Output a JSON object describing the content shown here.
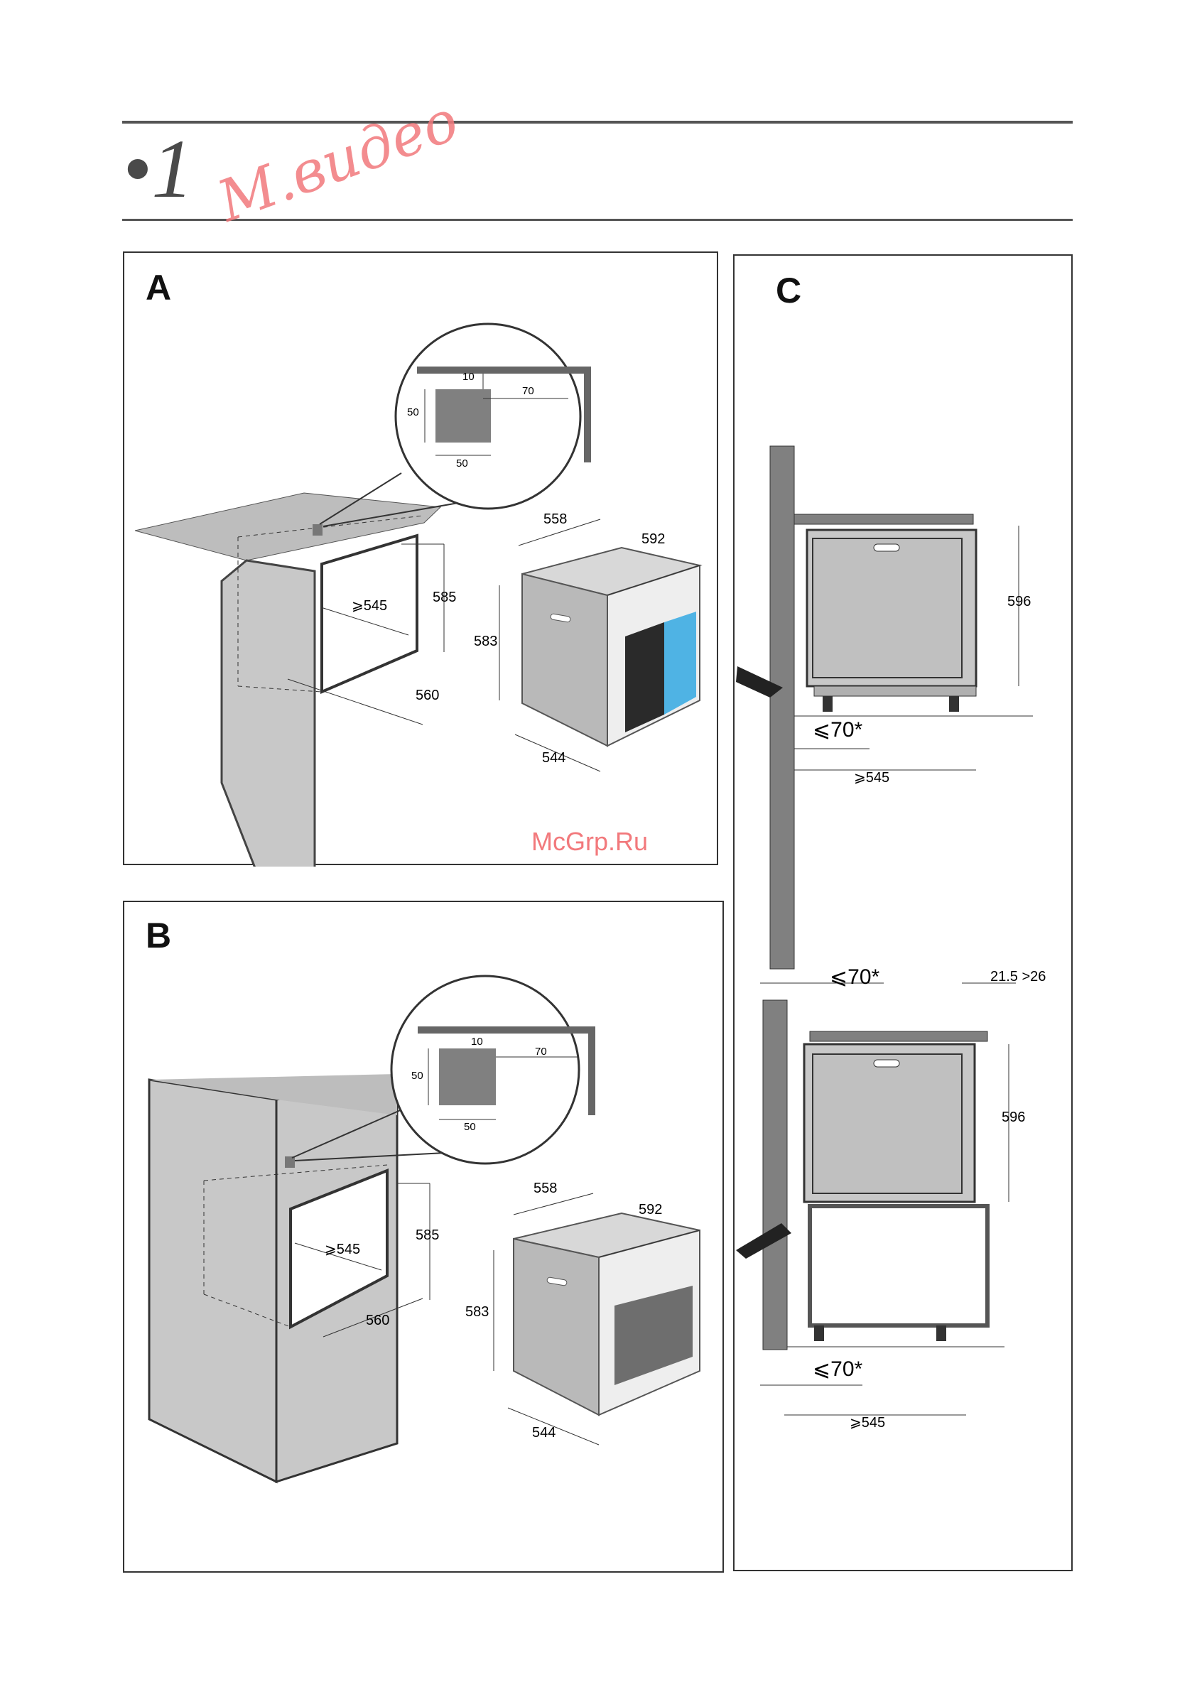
{
  "header": {
    "section_number": "•1"
  },
  "panels": {
    "a": {
      "label": "A",
      "detail": {
        "top_gap": "10",
        "side_gap": "70",
        "height": "50",
        "width": "50"
      },
      "niche": {
        "depth_min": "⩾545",
        "height": "585",
        "width": "560"
      },
      "oven": {
        "depth": "558",
        "width": "592",
        "height": "583",
        "body_width": "544"
      }
    },
    "b": {
      "label": "B",
      "detail": {
        "top_gap": "10",
        "side_gap": "70",
        "height": "50",
        "width": "50"
      },
      "niche": {
        "depth_min": "⩾545",
        "height": "585",
        "width": "560"
      },
      "oven": {
        "depth": "558",
        "width": "592",
        "height": "583",
        "body_width": "544"
      }
    },
    "c": {
      "label": "C",
      "top": {
        "clearance": "⩽70*",
        "height": "596",
        "depth_min": "⩾545"
      },
      "bottom": {
        "clearance_top": "⩽70*",
        "offset": "21.5 >26",
        "height": "596",
        "clearance_bottom": "⩽70*",
        "depth_min": "⩾545"
      }
    }
  },
  "watermark": {
    "brand": "М.видео",
    "site": "McGrp.Ru"
  },
  "colors": {
    "line": "#4a4a4a",
    "panel_fill": "#c8c8c8",
    "dark_fill": "#808080",
    "watermark": "#f2797c"
  }
}
